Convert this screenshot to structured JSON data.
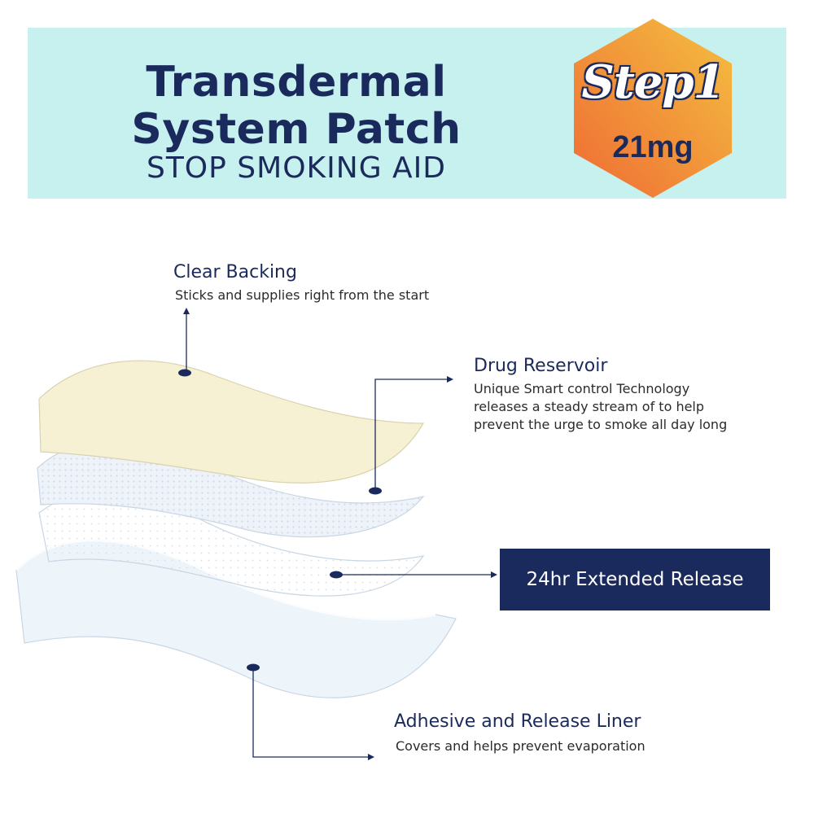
{
  "header": {
    "title_line1": "Transdermal",
    "title_line2": "System Patch",
    "subtitle": "STOP SMOKING AID",
    "badge_step": "Step1",
    "badge_dose": "21mg",
    "badge_gradient_start": "#ef6b34",
    "badge_gradient_end": "#f4c040",
    "banner_color": "#c6f1ee"
  },
  "layers": [
    {
      "name": "Clear Backing",
      "description": "Sticks and supplies right from the start",
      "fill": "#f7f1d3"
    },
    {
      "name": "Drug Reservoir",
      "description_lines": [
        "Unique Smart control Technology",
        "releases a steady stream of to help",
        "prevent the urge to smoke all day long"
      ],
      "fill": "#eef3fa"
    },
    {
      "name": "24hr Extended Release",
      "fill": "#f3f6fb"
    },
    {
      "name": "Adhesive and Release Liner",
      "description": "Covers and helps prevent evaporation",
      "fill": "#f0f7fb"
    }
  ],
  "accent_color": "#1b2a5c"
}
